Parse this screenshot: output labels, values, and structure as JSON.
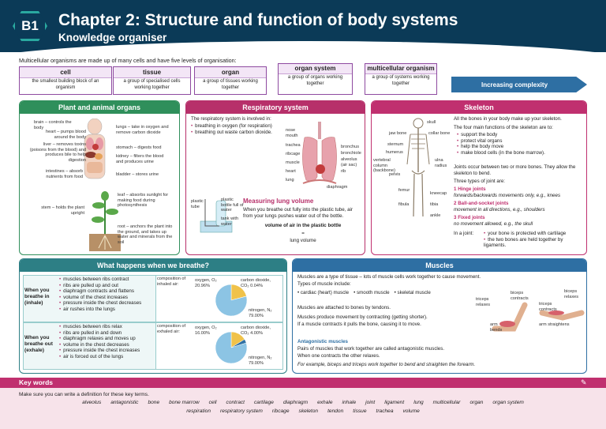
{
  "badge": "B1",
  "title": "Chapter 2: Structure and function of body systems",
  "subtitle": "Knowledge organiser",
  "intro": "Multicellular organisms are made up of many cells and have five levels of organisation:",
  "levels": [
    {
      "name": "cell",
      "desc": "the smallest building block of an organism"
    },
    {
      "name": "tissue",
      "desc": "a group of specialised cells working together"
    },
    {
      "name": "organ",
      "desc": "a group of tissues working together"
    },
    {
      "name": "organ system",
      "desc": "a group of organs working together"
    },
    {
      "name": "multicellular organism",
      "desc": "a group of systems working together"
    }
  ],
  "arrow": "Increasing complexity",
  "plant": {
    "title": "Plant and animal organs",
    "labels": [
      "brain – controls the body",
      "heart – pumps blood around the body",
      "liver – removes toxins (poisons from the blood) and produces bile to help digestion",
      "intestines – absorb nutrients from food",
      "lungs – take in oxygen and remove carbon dioxide",
      "stomach – digests food",
      "kidney – filters the blood and produces urine",
      "bladder – stores urine",
      "leaf – absorbs sunlight for making food during photosynthesis",
      "stem – holds the plant upright",
      "root – anchors the plant into the ground, and takes up water and minerals from the soil"
    ]
  },
  "resp": {
    "title": "Respiratory system",
    "intro": "The respiratory system is involved in:",
    "bullets": [
      "breathing in oxygen (for respiration)",
      "breathing out waste carbon dioxide."
    ],
    "labels": [
      "nose",
      "mouth",
      "trachea",
      "ribcage",
      "muscle",
      "heart",
      "lung",
      "bronchus",
      "bronchiole",
      "alveolus (air sac)",
      "rib",
      "diaphragm"
    ],
    "bottle_labels": [
      "plastic tube",
      "plastic bottle full of water",
      "tank with water"
    ],
    "measure_title": "Measuring lung volume",
    "measure_text": "When you breathe out fully into the plastic tube, air from your lungs pushes water out of the bottle.",
    "eq_top": "volume of air in the plastic bottle",
    "eq_mid": "=",
    "eq_bottom": "lung volume"
  },
  "skeleton": {
    "title": "Skeleton",
    "labels": [
      "skull",
      "jaw bone",
      "collar bone",
      "sternum",
      "humerus",
      "vertebral column (backbone)",
      "ulna",
      "radius",
      "pelvis",
      "femur",
      "kneecap",
      "fibula",
      "tibia",
      "ankle"
    ],
    "p1": "All the bones in your body make up your skeleton.",
    "p2": "The four main functions of the skeleton are to:",
    "functions": [
      "support the body",
      "protect vital organs",
      "help the body move",
      "make blood cells (in the bone marrow)."
    ],
    "joints_intro": "Joints occur between two or more bones. They allow the skeleton to bend.",
    "joints_types": "Three types of joint are:",
    "joints": [
      {
        "n": "1",
        "name": "Hinge joints",
        "desc": "forwards/backwards movements only, e.g., knees"
      },
      {
        "n": "2",
        "name": "Ball-and-socket joints",
        "desc": "movement in all directions, e.g., shoulders"
      },
      {
        "n": "3",
        "name": "Fixed joints",
        "desc": "no movement allowed, e.g., the skull"
      }
    ],
    "in_joint": "In a joint:",
    "joint_facts": [
      "your bone is protected with cartilage",
      "the two bones are held together by ligaments."
    ]
  },
  "breathe": {
    "title": "What happens when we breathe?",
    "rows": [
      {
        "label": "When you breathe in (inhale)",
        "bullets": [
          "muscles between ribs contract",
          "ribs are pulled up and out",
          "diaphragm contracts and flattens",
          "volume of the chest increases",
          "pressure inside the chest decreases",
          "air rushes into the lungs"
        ],
        "comp": "composition of inhaled air:",
        "pie": {
          "oxygen": "oxygen, O₂ 20.96%",
          "co2": "carbon dioxide, CO₂ 0.04%",
          "n2": "nitrogen, N₂ 79.00%"
        }
      },
      {
        "label": "When you breathe out (exhale)",
        "bullets": [
          "muscles between ribs relax",
          "ribs are pulled in and down",
          "diaphragm relaxes and moves up",
          "volume in the chest decreases",
          "pressure inside the chest increases",
          "air is forced out of the lungs"
        ],
        "comp": "composition of exhaled air:",
        "pie": {
          "oxygen": "oxygen, O₂ 16.00%",
          "co2": "carbon dioxide, CO₂ 4.00%",
          "n2": "nitrogen, N₂ 79.00%"
        }
      }
    ],
    "chart_data": [
      {
        "type": "pie",
        "title": "composition of inhaled air:",
        "categories": [
          "oxygen, O₂",
          "carbon dioxide, CO₂",
          "nitrogen, N₂"
        ],
        "values": [
          20.96,
          0.04,
          79.0
        ]
      },
      {
        "type": "pie",
        "title": "composition of exhaled air:",
        "categories": [
          "oxygen, O₂",
          "carbon dioxide, CO₂",
          "nitrogen, N₂"
        ],
        "values": [
          16.0,
          4.0,
          79.0
        ]
      }
    ]
  },
  "muscles": {
    "title": "Muscles",
    "p1": "Muscles are a type of tissue – lots of muscle cells work together to cause movement.",
    "p2": "Types of muscle include:",
    "types": [
      "cardiac (heart) muscle",
      "smooth muscle",
      "skeletal muscle"
    ],
    "p3": "Muscles are attached to bones by tendons.",
    "p4": "Muscles produce movement by contracting (getting shorter).",
    "p5": "If a muscle contracts it pulls the bone, causing it to move.",
    "antag_title": "Antagonistic muscles",
    "antag1": "Pairs of muscles that work together are called antagonistic muscles.",
    "antag2": "When one contracts the other relaxes.",
    "antag3": "For example, biceps and triceps work together to bend and straighten the forearm.",
    "arm_labels": [
      "triceps relaxes",
      "biceps contracts",
      "arm bends",
      "biceps relaxes",
      "triceps contracts",
      "arm straightens"
    ]
  },
  "keywords": {
    "title": "Key words",
    "intro": "Make sure you can write a definition for these key terms.",
    "row1": [
      "alveolus",
      "antagonistic",
      "bone",
      "bone marrow",
      "cell",
      "contract",
      "cartilage",
      "diaphragm",
      "exhale",
      "inhale",
      "joint",
      "ligament",
      "lung",
      "multicellular",
      "organ",
      "organ system"
    ],
    "row2": [
      "respiration",
      "respiratory system",
      "ribcage",
      "skeleton",
      "tendon",
      "tissue",
      "trachea",
      "volume"
    ]
  },
  "colors": {
    "navy": "#0b3a57",
    "green": "#2f8f5b",
    "magenta": "#b7306a",
    "teal": "#2d7f85",
    "blue": "#2e6fa3",
    "purple": "#8e4aa0",
    "pink": "#c0306f"
  }
}
